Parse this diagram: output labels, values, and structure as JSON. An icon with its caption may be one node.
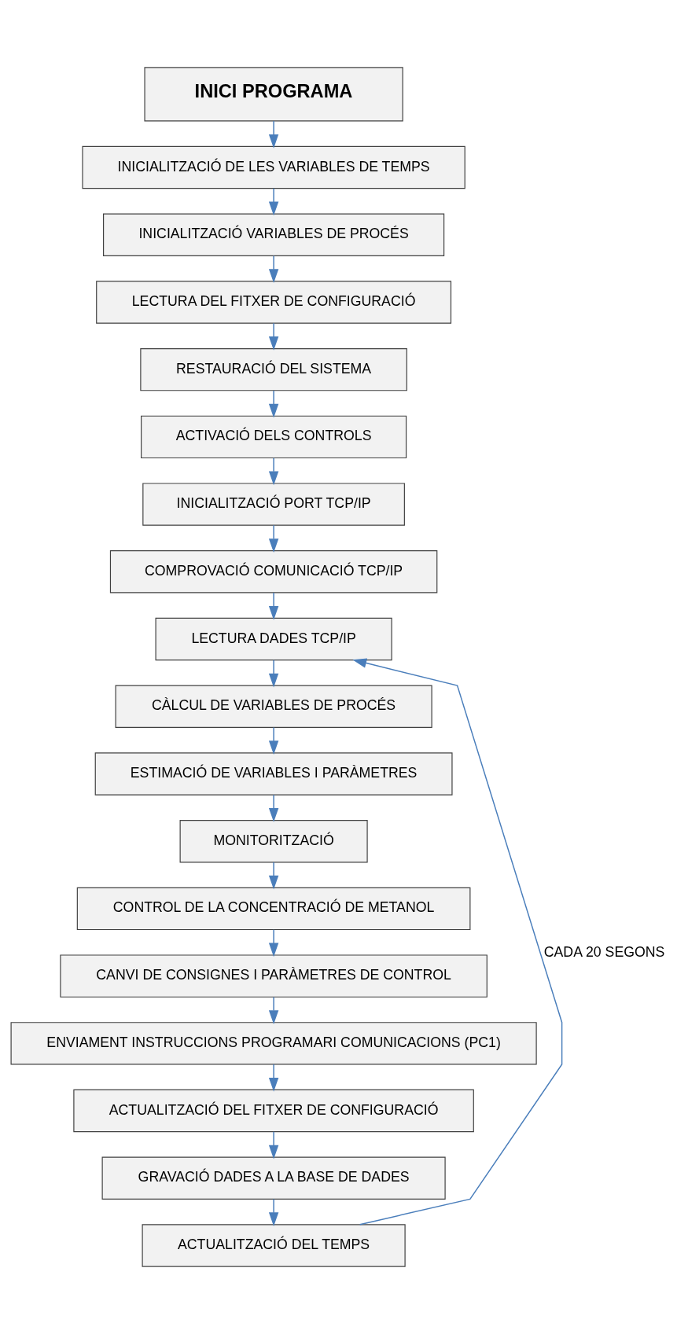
{
  "diagram": {
    "nodes": [
      {
        "text": [
          "INICI PROGRAMA"
        ]
      },
      {
        "text": [
          "INICIALITZACIÓ DE LES VARIABLES DE TEMPS"
        ]
      },
      {
        "text": [
          "INICIALITZACIÓ VARIABLES DE PROCÉS"
        ]
      },
      {
        "text": [
          "LECTURA DEL FITXER DE CONFIGURACIÓ"
        ]
      },
      {
        "text": [
          "RESTAURACIÓ DEL SISTEMA"
        ]
      },
      {
        "text": [
          "ACTIVACIÓ DELS CONTROLS"
        ]
      },
      {
        "text": [
          "INICIALITZACIÓ PORT TCP/IP"
        ]
      },
      {
        "text": [
          "COMPROVACIÓ COMUNICACIÓ TCP/IP"
        ]
      },
      {
        "text": [
          "LECTURA DADES TCP/IP"
        ]
      },
      {
        "text": [
          "CÀLCUL DE VARIABLES DE PROCÉS"
        ]
      },
      {
        "text": [
          "ESTIMACIÓ DE VARIABLES I PARÀMETRES"
        ]
      },
      {
        "text": [
          "MONITORITZACIÓ"
        ]
      },
      {
        "text": [
          "CONTROL DE LA CONCENTRACIÓ DE METANOL"
        ]
      },
      {
        "text": [
          "CANVI DE CONSIGNES I PARÀMETRES DE CONTROL"
        ]
      },
      {
        "text": [
          "ENVIAMENT INSTRUCCIONS PROGRAMARI COMUNICACIONS (PC1)"
        ]
      },
      {
        "text": [
          "ACTUALITZACIÓ DEL FITXER DE CONFIGURACIÓ"
        ]
      },
      {
        "text": [
          "GRAVACIÓ DADES A LA BASE DE DADES"
        ]
      },
      {
        "text": [
          "ACTUALITZACIÓ DEL TEMPS"
        ]
      }
    ],
    "edges": [
      {
        "from": 0,
        "to": 1,
        "arrow": "to"
      },
      {
        "from": 1,
        "to": 2,
        "arrow": "to"
      },
      {
        "from": 2,
        "to": 3,
        "arrow": "to"
      },
      {
        "from": 3,
        "to": 4,
        "arrow": "to"
      },
      {
        "from": 4,
        "to": 5,
        "arrow": "to"
      },
      {
        "from": 5,
        "to": 6,
        "arrow": "to"
      },
      {
        "from": 6,
        "to": 7,
        "arrow": "to"
      },
      {
        "from": 7,
        "to": 8,
        "arrow": "to"
      },
      {
        "from": 8,
        "to": 9,
        "arrow": "to"
      },
      {
        "from": 9,
        "to": 10,
        "arrow": "to"
      },
      {
        "from": 10,
        "to": 11,
        "arrow": "to"
      },
      {
        "from": 11,
        "to": 12,
        "arrow": "to"
      },
      {
        "from": 12,
        "to": 13,
        "arrow": "to"
      },
      {
        "from": 13,
        "to": 14,
        "arrow": "to"
      },
      {
        "from": 14,
        "to": 15,
        "arrow": "to"
      },
      {
        "from": 15,
        "to": 16,
        "arrow": "to"
      },
      {
        "from": 16,
        "to": 17,
        "arrow": "to"
      },
      {
        "from": 17,
        "to": 8,
        "arrow": "to",
        "label": "CADA 20 SEGONS"
      }
    ]
  }
}
